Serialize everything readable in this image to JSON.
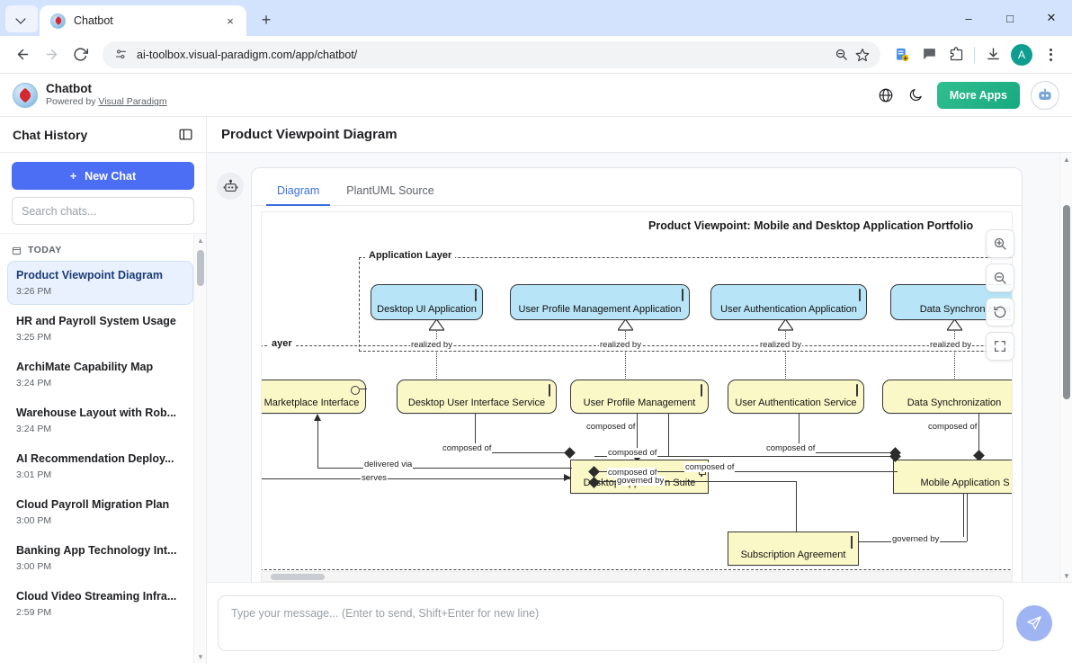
{
  "browser": {
    "tab": {
      "title": "Chatbot",
      "favicon": "visual-paradigm-favicon",
      "close_label": "×"
    },
    "new_tab_label": "+",
    "window_controls": {
      "minimize": "–",
      "maximize": "□",
      "close": "✕"
    },
    "nav": {
      "back": "←",
      "forward": "→",
      "reload": "↻"
    },
    "url": "ai-toolbox.visual-paradigm.com/app/chatbot/",
    "toolbar_icons": [
      "zoom-out-icon",
      "bookmark-star-icon",
      "reading-list-icon",
      "comment-icon",
      "extensions-icon",
      "download-icon"
    ],
    "profile_initial": "A"
  },
  "app_header": {
    "title": "Chatbot",
    "subtitle_prefix": "Powered by ",
    "subtitle_link": "Visual Paradigm",
    "more_apps_label": "More Apps",
    "icons": [
      "globe-icon",
      "dark-mode-icon",
      "chatbot-avatar"
    ]
  },
  "sidebar": {
    "title": "Chat History",
    "collapse_icon": "panel-collapse-icon",
    "new_chat_label": "New Chat",
    "new_chat_plus": "+",
    "search_placeholder": "Search chats...",
    "group_label": "TODAY",
    "group_icon": "calendar-icon",
    "items": [
      {
        "title": "Product Viewpoint Diagram",
        "time": "3:26 PM",
        "active": true
      },
      {
        "title": "HR and Payroll System Usage",
        "time": "3:25 PM",
        "active": false
      },
      {
        "title": "ArchiMate Capability Map",
        "time": "3:24 PM",
        "active": false
      },
      {
        "title": "Warehouse Layout with Rob...",
        "time": "3:24 PM",
        "active": false
      },
      {
        "title": "AI Recommendation Deploy...",
        "time": "3:01 PM",
        "active": false
      },
      {
        "title": "Cloud Payroll Migration Plan",
        "time": "3:00 PM",
        "active": false
      },
      {
        "title": "Banking App Technology Int...",
        "time": "3:00 PM",
        "active": false
      },
      {
        "title": "Cloud Video Streaming Infra...",
        "time": "2:59 PM",
        "active": false
      }
    ]
  },
  "main": {
    "page_title": "Product Viewpoint Diagram",
    "bot_icon": "robot-icon",
    "tabs": [
      {
        "label": "Diagram",
        "active": true
      },
      {
        "label": "PlantUML Source",
        "active": false
      }
    ],
    "zoom_controls": [
      {
        "name": "zoom-in-icon"
      },
      {
        "name": "zoom-out-icon"
      },
      {
        "name": "reset-zoom-icon"
      },
      {
        "name": "fit-screen-icon"
      }
    ]
  },
  "diagram": {
    "title": "Product Viewpoint: Mobile and Desktop Application Portfolio",
    "layers": [
      {
        "id": "application-layer",
        "label": "Application Layer"
      },
      {
        "id": "business-layer",
        "label": "ayer"
      }
    ],
    "application_components": [
      {
        "label": "Desktop UI Application",
        "glyph": "rounded-component-icon"
      },
      {
        "label": "User Profile Management Application",
        "glyph": "rounded-component-icon"
      },
      {
        "label": "User Authentication Application",
        "glyph": "rounded-component-icon"
      },
      {
        "label": "Data Synchronization",
        "glyph": "rounded-component-icon"
      }
    ],
    "service_nodes": [
      {
        "label": "Marketplace Interface",
        "glyph": "interface-icon"
      },
      {
        "label": "Desktop User Interface Service",
        "glyph": "rounded-component-icon"
      },
      {
        "label": "User Profile Management",
        "glyph": "rounded-component-icon"
      },
      {
        "label": "User Authentication Service",
        "glyph": "rounded-component-icon"
      },
      {
        "label": "Data Synchronization",
        "glyph": "rounded-component-icon"
      }
    ],
    "product_nodes": [
      {
        "label": "Desktop Application Suite",
        "glyph": "component-icon"
      },
      {
        "label": "Mobile Application S",
        "glyph": "component-icon"
      },
      {
        "label": "Subscription Agreement",
        "glyph": "contract-icon"
      }
    ],
    "relation_labels": {
      "realized_by": "realized by",
      "composed_of": "composed of",
      "delivered_via": "delivered via",
      "serves": "serves",
      "governed_by": "governed by"
    },
    "colors": {
      "application_fill": "#b7e4f7",
      "service_fill": "#fbf8c8",
      "border": "#38383a"
    }
  },
  "composer": {
    "placeholder": "Type your message... (Enter to send, Shift+Enter for new line)",
    "value": "",
    "send_icon": "send-paper-plane-icon"
  }
}
